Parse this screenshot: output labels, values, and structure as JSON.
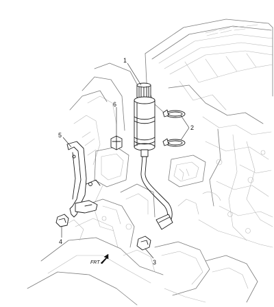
{
  "callouts": {
    "c1": "1",
    "c2": "2",
    "c3": "3",
    "c4": "4",
    "c5": "5",
    "c6": "6"
  },
  "direction": {
    "label": "FRT"
  }
}
